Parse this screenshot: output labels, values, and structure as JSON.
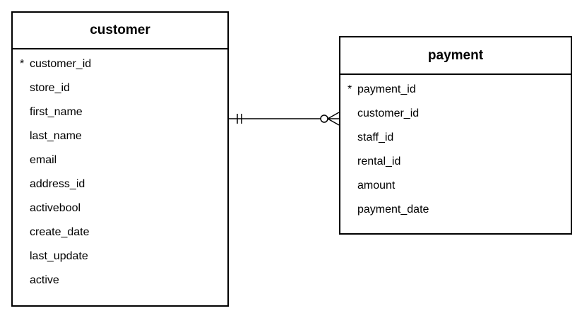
{
  "entities": {
    "customer": {
      "name": "customer",
      "attributes": [
        {
          "marker": "*",
          "name": "customer_id"
        },
        {
          "marker": "",
          "name": "store_id"
        },
        {
          "marker": "",
          "name": "first_name"
        },
        {
          "marker": "",
          "name": "last_name"
        },
        {
          "marker": "",
          "name": "email"
        },
        {
          "marker": "",
          "name": "address_id"
        },
        {
          "marker": "",
          "name": "activebool"
        },
        {
          "marker": "",
          "name": "create_date"
        },
        {
          "marker": "",
          "name": "last_update"
        },
        {
          "marker": "",
          "name": "active"
        }
      ]
    },
    "payment": {
      "name": "payment",
      "attributes": [
        {
          "marker": "*",
          "name": "payment_id"
        },
        {
          "marker": "",
          "name": "customer_id"
        },
        {
          "marker": "",
          "name": "staff_id"
        },
        {
          "marker": "",
          "name": "rental_id"
        },
        {
          "marker": "",
          "name": "amount"
        },
        {
          "marker": "",
          "name": "payment_date"
        }
      ]
    }
  },
  "relationship": {
    "from": "customer",
    "to": "payment",
    "from_cardinality": "exactly-one",
    "to_cardinality": "zero-or-many"
  },
  "colors": {
    "line": "#000000",
    "background": "#ffffff"
  }
}
